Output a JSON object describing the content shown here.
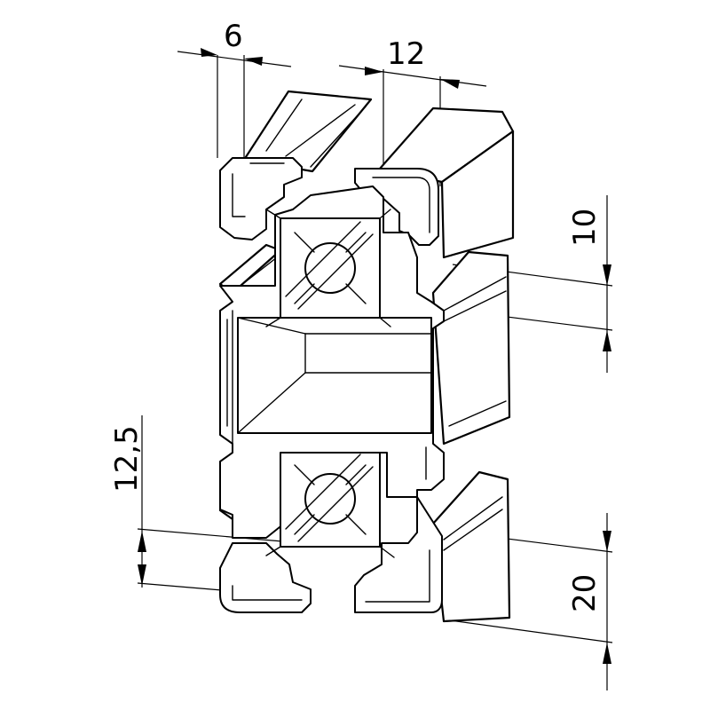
{
  "dimensions": {
    "slot_width": "6",
    "slot_spacing": "12",
    "inner_height": "10",
    "offset": "12,5",
    "module": "20"
  }
}
